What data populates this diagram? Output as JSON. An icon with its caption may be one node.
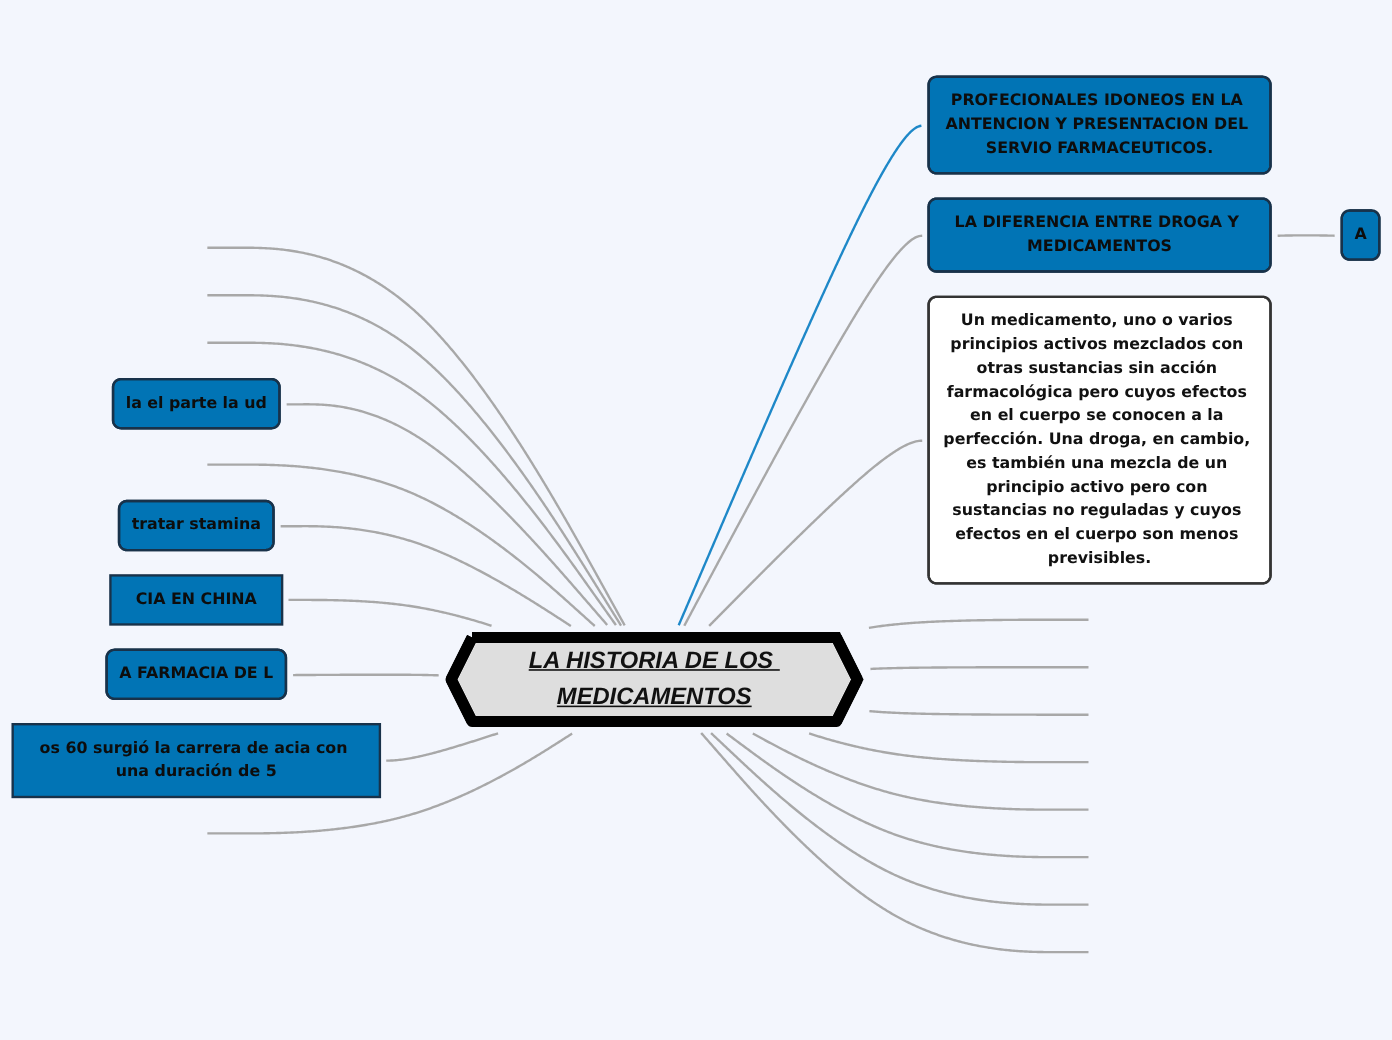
{
  "diagram": {
    "nodes": [
      {
        "text": [
          "PROFECIONALES IDONEOS EN LA ANTENCION Y PRESENTACION DEL SERVIO FARMACEUTICOS."
        ]
      },
      {
        "text": [
          "la el parte la ud"
        ]
      },
      {
        "text": [
          "LA HISTORIA DE LOS MEDICAMENTOS"
        ]
      },
      {
        "text": [
          "tratar stamina"
        ]
      },
      {
        "text": [
          "CIA EN CHINA"
        ]
      },
      {
        "text": [
          "LA DIFERENCIA ENTRE DROGA Y MEDICAMENTOS"
        ]
      },
      {
        "text": [
          "A"
        ]
      },
      {
        "text": [
          "A FARMACIA DE L"
        ]
      },
      {
        "text": [
          "Un medicamento, uno o varios principios activos mezclados con otras sustancias sin acción farmacológica pero cuyos efectos en el cuerpo se conocen a la perfección. Una droga, en cambio, es también una mezcla de un principio activo pero con sustancias no reguladas y cuyos efectos en el cuerpo son menos previsibles."
        ]
      },
      {
        "text": [
          "os 60 surgió la carrera de acia con una duración de 5"
        ]
      }
    ],
    "edges": [
      {
        "from": null,
        "to": 2,
        "arrow": "none"
      },
      {
        "from": null,
        "to": 2,
        "arrow": "none"
      },
      {
        "from": null,
        "to": 2,
        "arrow": "none"
      },
      {
        "from": 1,
        "to": 2,
        "arrow": "none"
      },
      {
        "from": null,
        "to": 2,
        "arrow": "none"
      },
      {
        "from": 3,
        "to": 2,
        "arrow": "none"
      },
      {
        "from": 4,
        "to": 2,
        "arrow": "none"
      },
      {
        "from": 7,
        "to": 2,
        "arrow": "none"
      },
      {
        "from": 9,
        "to": 2,
        "arrow": "none"
      },
      {
        "from": null,
        "to": 2,
        "arrow": "none"
      },
      {
        "from": 2,
        "to": 0,
        "arrow": "none",
        "color": "#1e88c8"
      },
      {
        "from": 2,
        "to": null,
        "arrow": "none"
      },
      {
        "from": 2,
        "to": null,
        "arrow": "none"
      },
      {
        "from": 2,
        "to": null,
        "arrow": "none"
      },
      {
        "from": 2,
        "to": null,
        "arrow": "none"
      },
      {
        "from": 2,
        "to": null,
        "arrow": "none"
      },
      {
        "from": 2,
        "to": 5,
        "arrow": "none"
      },
      {
        "from": 5,
        "to": 6,
        "arrow": "none"
      },
      {
        "from": 2,
        "to": 8,
        "arrow": "none"
      },
      {
        "from": 2,
        "to": null,
        "arrow": "none"
      },
      {
        "from": 2,
        "to": null,
        "arrow": "none"
      },
      {
        "from": 2,
        "to": null,
        "arrow": "none"
      }
    ]
  }
}
